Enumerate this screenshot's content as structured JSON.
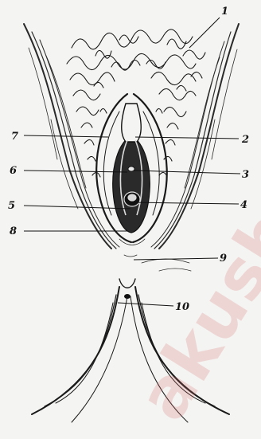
{
  "figure": {
    "labels": [
      "1",
      "2",
      "3",
      "4",
      "5",
      "6",
      "7",
      "8",
      "9",
      "10"
    ]
  },
  "watermark": {
    "text": "akusher"
  }
}
